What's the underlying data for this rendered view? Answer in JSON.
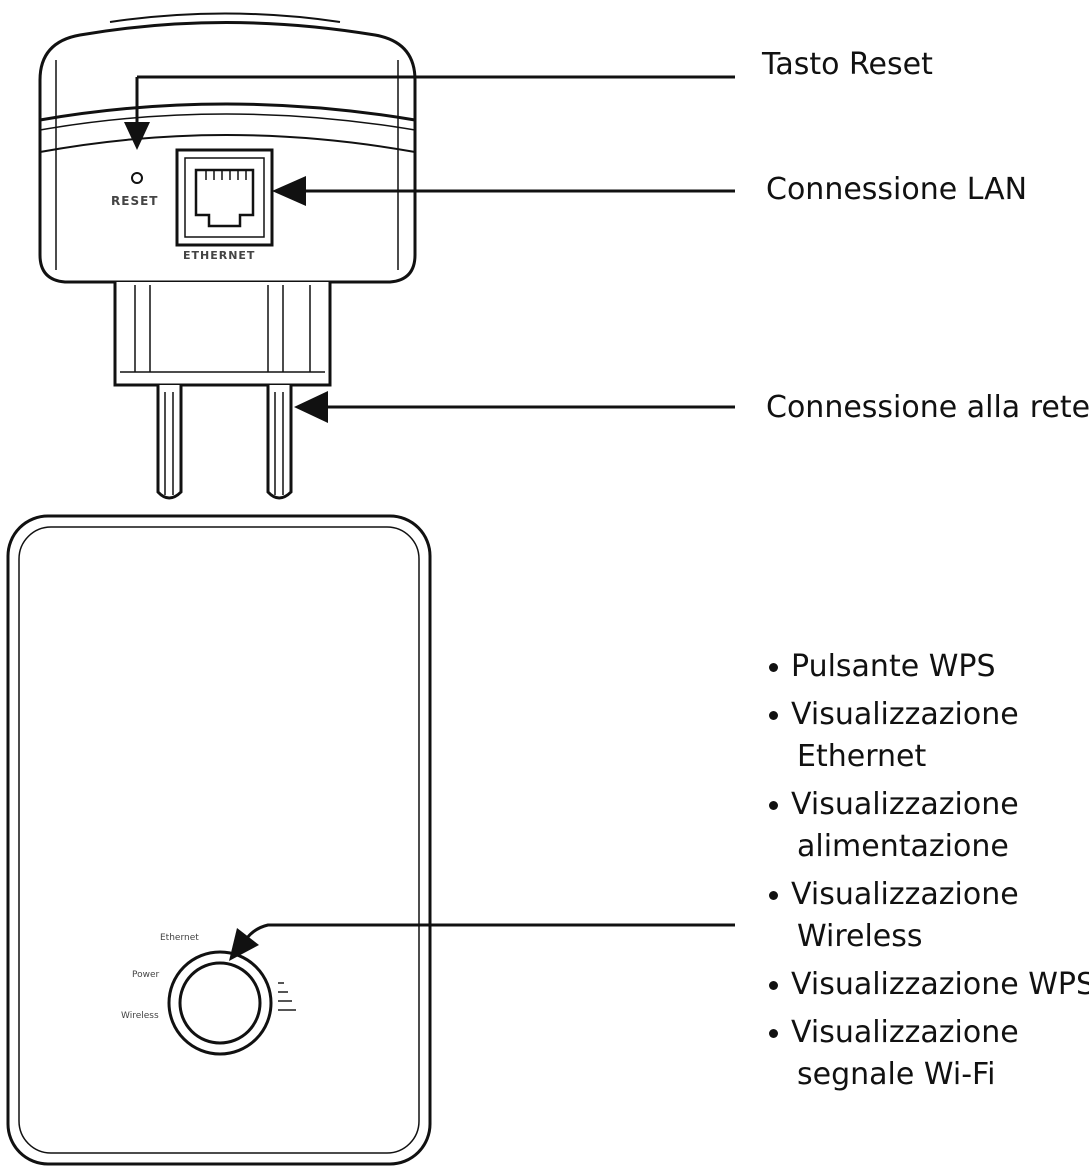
{
  "callouts": {
    "reset_button": "Tasto Reset",
    "lan_connection": "Connessione LAN",
    "mains_connection": "Connessione alla rete"
  },
  "features": [
    {
      "line1": "Pulsante WPS",
      "line2": ""
    },
    {
      "line1": "Visualizzazione",
      "line2": "Ethernet"
    },
    {
      "line1": "Visualizzazione",
      "line2": "alimentazione"
    },
    {
      "line1": "Visualizzazione",
      "line2": "Wireless"
    },
    {
      "line1": "Visualizzazione WPS",
      "line2": ""
    },
    {
      "line1": "Visualizzazione",
      "line2": "segnale Wi-Fi"
    }
  ],
  "device_labels": {
    "reset": "RESET",
    "ethernet": "ETHERNET",
    "led_ethernet": "Ethernet",
    "led_power": "Power",
    "led_wireless": "Wireless"
  },
  "colors": {
    "ink": "#111111",
    "background": "#ffffff"
  }
}
